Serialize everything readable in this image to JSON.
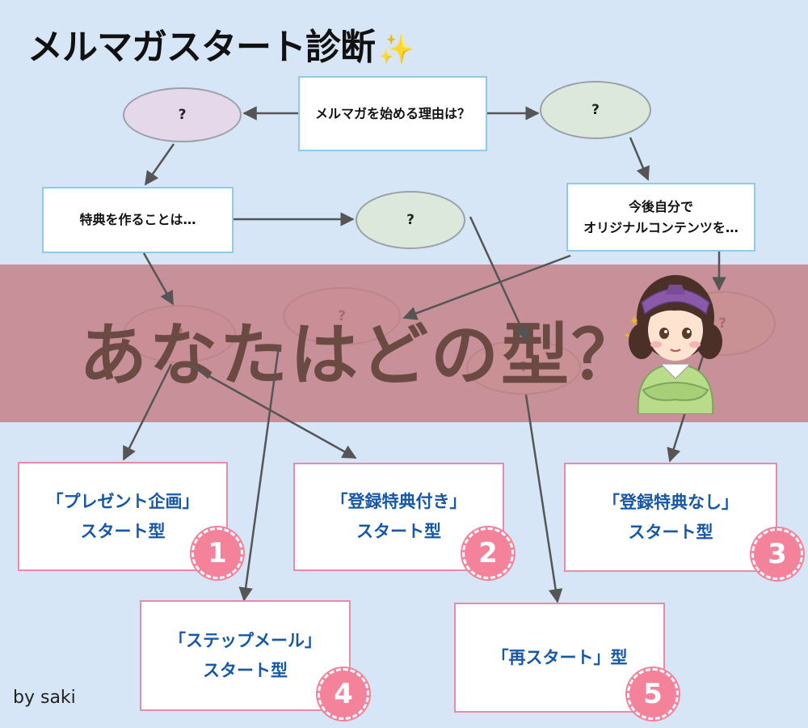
{
  "title": "メルマガスタート診断",
  "title_sparkle": "✨",
  "questions": {
    "q1": "メルマガを始める理由は？",
    "q2": "特典を作ることは…",
    "q3_line1": "今後自分で",
    "q3_line2": "オリジナルコンテンツを…"
  },
  "answer_mark": "?",
  "results": [
    {
      "line1": "「プレゼント企画」",
      "line2": "スタート型",
      "number": "1"
    },
    {
      "line1": "「登録特典付き」",
      "line2": "スタート型",
      "number": "2"
    },
    {
      "line1": "「登録特典なし」",
      "line2": "スタート型",
      "number": "3"
    },
    {
      "line1": "「ステップメール」",
      "line2": "スタート型",
      "number": "4"
    },
    {
      "line1": "「再スタート」型",
      "line2": "",
      "number": "5"
    }
  ],
  "overlay_text": "あなたはどの型？",
  "credit": "by saki",
  "colors": {
    "background": "#d6e6f7",
    "question_border": "#8ecbe9",
    "result_border": "#e98aa6",
    "result_text": "#1657a8",
    "badge": "#f3829a",
    "oval_purple": "#e4d8ea",
    "oval_green": "#dce8dc",
    "band": "#c47e84",
    "band_text": "#6b4a43",
    "arrow": "#555555"
  }
}
